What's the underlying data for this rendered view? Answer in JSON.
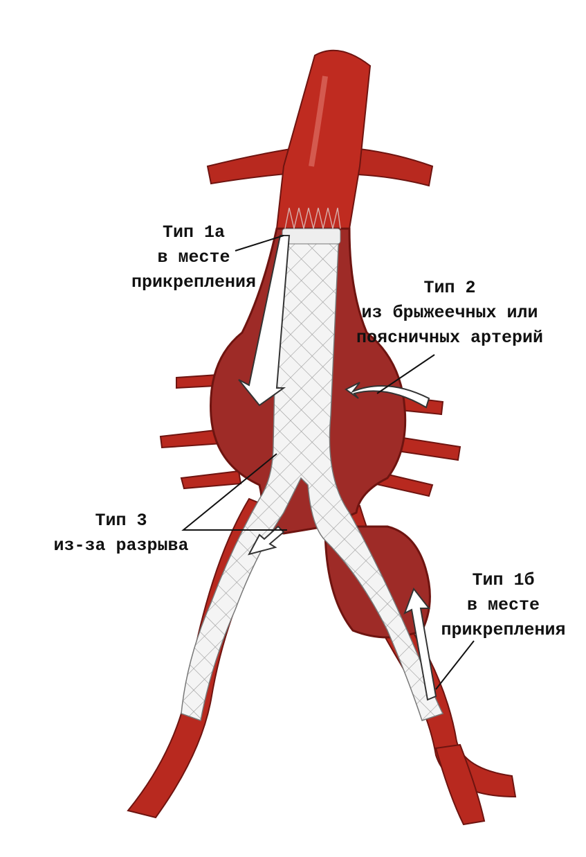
{
  "diagram": {
    "subject": "Endoleak types after endovascular aortic aneurysm repair",
    "colors": {
      "vessel": "#b8291f",
      "vessel_edge": "#6e1410",
      "sac": "#9a2a26",
      "graft": "#f2f2f2",
      "graft_mesh": "#9a9a9a",
      "text": "#111111",
      "background": "#ffffff"
    },
    "labels": [
      {
        "id": "type1a",
        "lines": [
          "Тип 1а",
          "в месте",
          "прикрепления"
        ]
      },
      {
        "id": "type2",
        "lines": [
          "Тип 2",
          "из брыжеечных или",
          "поясничных артерий"
        ]
      },
      {
        "id": "type3",
        "lines": [
          "Тип 3",
          "из-за разрыва"
        ]
      },
      {
        "id": "type1b",
        "lines": [
          "Тип 1б",
          "в месте",
          "прикрепления"
        ]
      }
    ]
  }
}
